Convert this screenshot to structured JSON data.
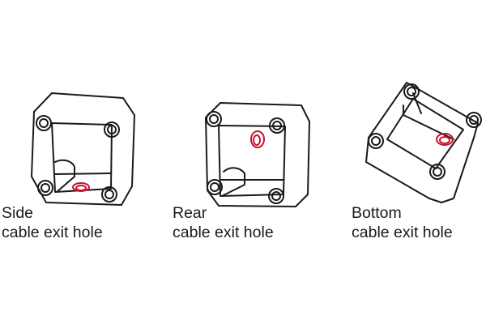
{
  "diagram": {
    "stroke_color": "#1a1a1a",
    "hole_color": "#c8102e",
    "boxes": [
      {
        "id": "side",
        "caption_line1": "Side",
        "caption_line2": "cable exit hole"
      },
      {
        "id": "rear",
        "caption_line1": "Rear",
        "caption_line2": "cable exit hole"
      },
      {
        "id": "bottom",
        "caption_line1": "Bottom",
        "caption_line2": "cable exit hole"
      }
    ]
  }
}
